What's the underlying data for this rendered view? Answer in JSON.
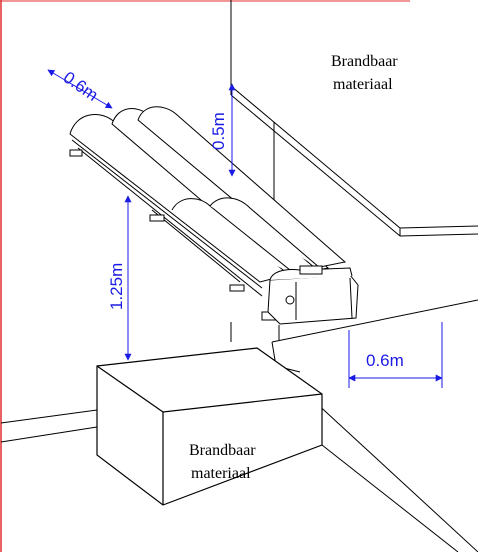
{
  "labels": {
    "material_top_line1": "Brandbaar",
    "material_top_line2": "materiaal",
    "material_bottom_line1": "Brandbaar",
    "material_bottom_line2": "materiaal"
  },
  "dimensions": {
    "width_top": "0.6m",
    "ceiling_gap": "0.5m",
    "floor_gap": "1.25m",
    "wall_gap": "0.6m"
  },
  "colors": {
    "line": "#000000",
    "dimension": "#1a1ae6",
    "border": "#e03030"
  }
}
